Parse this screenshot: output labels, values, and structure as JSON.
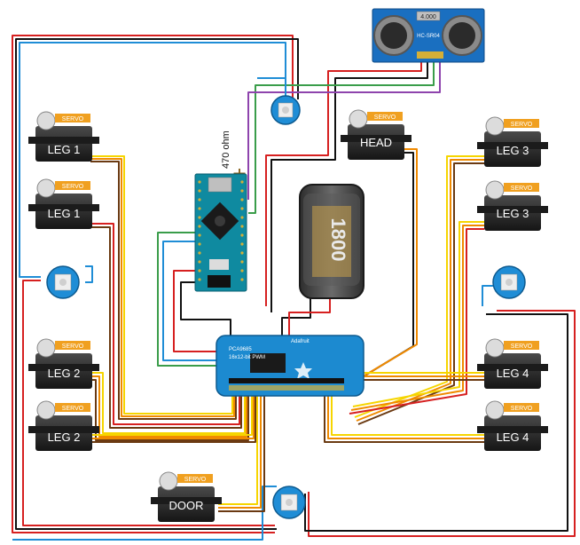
{
  "servos": {
    "leg1_top": "LEG 1",
    "leg1_bottom": "LEG 1",
    "leg2_top": "LEG 2",
    "leg2_bottom": "LEG 2",
    "head": "HEAD",
    "leg3_top": "LEG 3",
    "leg3_bottom": "LEG 3",
    "leg4_top": "LEG 4",
    "leg4_bottom": "LEG 4",
    "door": "DOOR",
    "brand_tag": "SERVO"
  },
  "sensor": {
    "name": "HC-SR04",
    "display": "4.000"
  },
  "resistor": {
    "label": "470 ohm"
  },
  "battery": {
    "label": "1800"
  },
  "driver_board": {
    "line1": "PCA9685",
    "line2": "16x12-bit PWM",
    "line3": "Adafruit"
  },
  "colors": {
    "wire_red": "#d62020",
    "wire_black": "#111111",
    "wire_blue": "#1f8dd6",
    "wire_orange": "#f08a00",
    "wire_yellow": "#f6d500",
    "wire_brown": "#6b3a12",
    "wire_purple": "#8e44ad",
    "wire_green": "#3a9d4a",
    "board_blue": "#1c8ad0",
    "arduino_teal": "#0f8aa0",
    "servo_body": "#2a2a2a",
    "servo_tag": "#f0a020"
  }
}
